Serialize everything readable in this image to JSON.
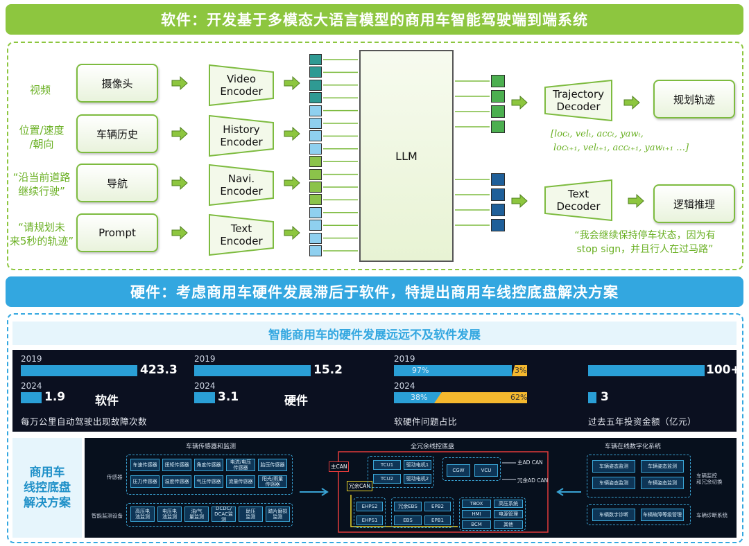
{
  "top_banner": {
    "title": "软件：开发基于多模态大语言模型的商用车智能驾驶端到端系统",
    "color": "#8dc63f"
  },
  "software": {
    "inputs": [
      {
        "side_label": "视频",
        "box": "摄像头",
        "encoder": "Video\nEncoder"
      },
      {
        "side_label": "位置/速度\n/朝向",
        "box": "车辆历史",
        "encoder": "History\nEncoder"
      },
      {
        "side_label": "“沿当前道路\n继续行驶”",
        "box": "导航",
        "encoder": "Navi.\nEncoder"
      },
      {
        "side_label": "“请规划未\n来5秒的轨迹”",
        "box": "Prompt",
        "encoder": "Text\nEncoder"
      }
    ],
    "llm_label": "LLM",
    "outputs": [
      {
        "decoder": "Trajectory\nDecoder",
        "result": "规划轨迹"
      },
      {
        "decoder": "Text\nDecoder",
        "result": "逻辑推理"
      }
    ],
    "trajectory_formula_line1": "[locₜ, velₜ, accₜ, yawₜ,",
    "trajectory_formula_line2": "locₜ₊₁, velₜ₊₁, accₜ₊₁, yawₜ₊₁  …]",
    "text_output_line1": "“我会继续保持停车状态，因为有",
    "text_output_line2": "stop sign，并且行人在过马路”",
    "token_colors": {
      "video": "#2f9a93",
      "history": "#8fd0ef",
      "navi": "#8bc34a",
      "prompt": "#8fd0ef",
      "traj_out": "#4caf50",
      "text_out": "#1f5f99"
    }
  },
  "hw_banner": {
    "title": "硬件：考虑商用车硬件发展滞后于软件，特提出商用车线控底盘解决方案",
    "color": "#33a7e0"
  },
  "hardware": {
    "subtitle": "智能商用车的硬件发展远远不及软件发展",
    "stats": [
      {
        "year1": "2019",
        "val1": "423.3",
        "frac1": 1.0,
        "year2": "2024",
        "val2": "1.9",
        "frac2": 0.2,
        "tag": "软件",
        "caption": "每万公里自动驾驶出现故障次数"
      },
      {
        "year1": "2019",
        "val1": "15.2",
        "frac1": 1.0,
        "year2": "2024",
        "val2": "3.1",
        "frac2": 0.2,
        "tag": "硬件",
        "caption": ""
      },
      {
        "year1": "2019",
        "a1": "97%",
        "b1": "3%",
        "split1": 0.97,
        "year2": "2024",
        "a2": "38%",
        "b2": "62%",
        "split2": 0.38,
        "caption": "软硬件问题占比"
      },
      {
        "val1": "100+",
        "frac1": 1.0,
        "val2": "3",
        "frac2": 0.07,
        "caption": "过去五年投资金额（亿元）"
      }
    ],
    "solution_label": "商用车\n线控底盘\n解决方案",
    "system": {
      "left_title": "车辆传感器和监测",
      "center_title": "全冗余线控底盘",
      "right_title": "车辆在线数字化系统",
      "left_side_labels": [
        "传感器",
        "智能监测设备"
      ],
      "sensors": [
        "车速传感器",
        "扭矩传感器",
        "角度传感器",
        "电流/电压\n传感器",
        "胎压传感器",
        "压力传感器",
        "温度传感器",
        "气压传感器",
        "流量传感器",
        "阳光/雨量\n传感器"
      ],
      "monitors": [
        "高压电\n池监测",
        "电压电\n池监测",
        "油/气\n量监测",
        "DCDC/\nDCAC监测",
        "助压\n监测",
        "踏片磨损\n监测"
      ],
      "can_main": "主CAN",
      "can_redundant": "冗余CAN",
      "main_ad_can": "主AD CAN",
      "red_ad_can": "冗余AD CAN",
      "ecus_top": [
        "TCU1",
        "驱动电机1",
        "TCU2",
        "驱动电机2"
      ],
      "ecus_mid": [
        "CGW",
        "VCU"
      ],
      "ecus_bot_left": [
        "EHPS2",
        "EHPS1"
      ],
      "ecus_bot_mid": [
        "冗余EBS",
        "EPB2",
        "EBS",
        "EPB1"
      ],
      "ecus_bot_right": [
        "TBOX",
        "高压系统",
        "HMI",
        "电源管理",
        "BCM",
        "其他"
      ],
      "right_boxes": [
        "车辆姿态监测",
        "车辆姿态监测",
        "车辆姿态监测",
        "车辆姿态监测",
        "车辆数字诊断",
        "车辆故障等级管理"
      ],
      "right_side_labels": [
        "车辆监控\n和冗余切换",
        "车辆诊断系统"
      ]
    }
  }
}
